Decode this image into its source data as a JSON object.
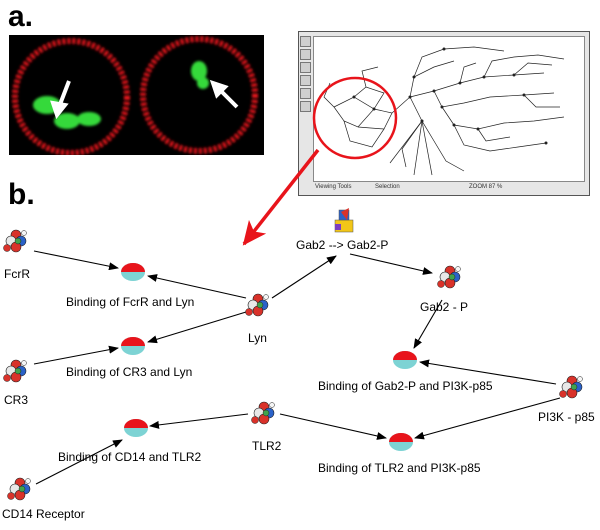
{
  "panels": {
    "a": "a.",
    "b": "b."
  },
  "screenshot_status": {
    "left": "Viewing Tools",
    "mid": "Selection",
    "right": "ZOOM 87 %"
  },
  "colors": {
    "accent_red": "#e8141b",
    "node_teal": "#7dd3d4",
    "green": "#36d93a"
  },
  "nodes": {
    "fcrr": "FcrR",
    "cr3": "CR3",
    "cd14": "CD14 Receptor",
    "lyn": "Lyn",
    "tlr2": "TLR2",
    "gab2_reaction": "Gab2 --> Gab2-P",
    "gab2p": "Gab2 - P",
    "pi3k": "PI3K - p85",
    "bind_fcrr_lyn": "Binding of FcrR and Lyn",
    "bind_cr3_lyn": "Binding of CR3 and Lyn",
    "bind_cd14_tlr2": "Binding of CD14 and TLR2",
    "bind_gab2p_pi3k": "Binding of Gab2-P and PI3K-p85",
    "bind_tlr2_pi3k": "Binding of TLR2 and PI3K-p85"
  }
}
